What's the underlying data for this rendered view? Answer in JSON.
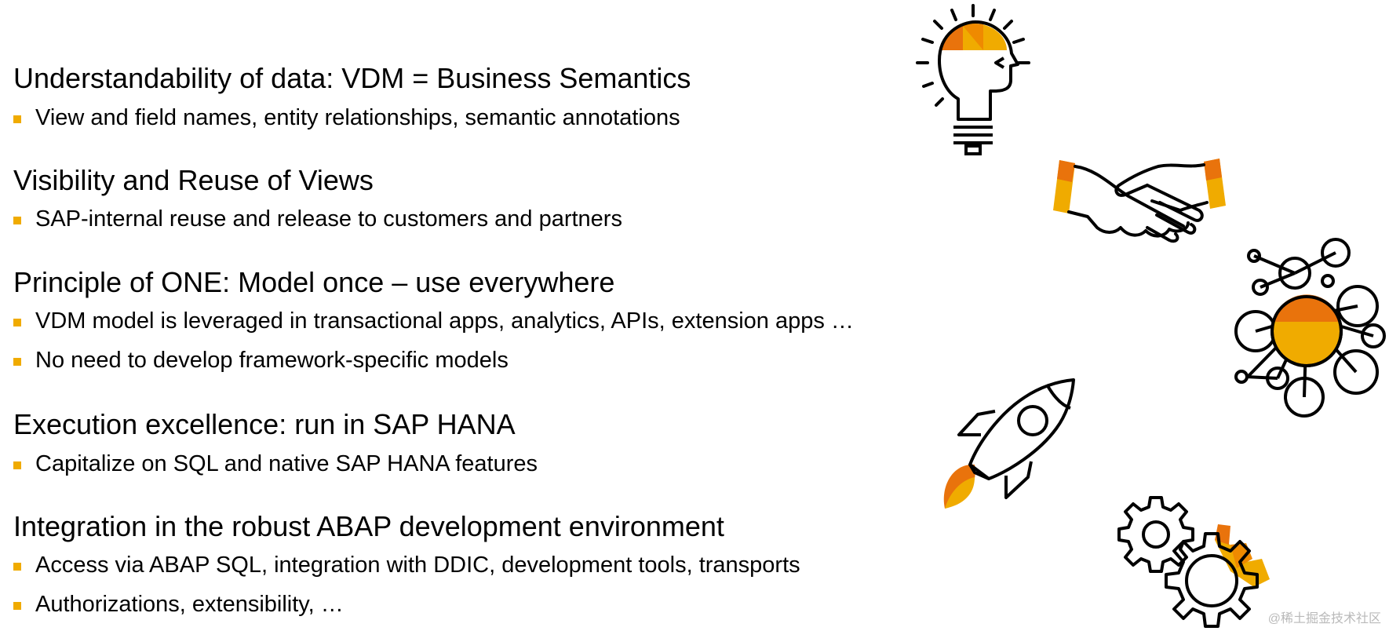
{
  "sections": [
    {
      "heading": "Understandability of data: VDM = Business Semantics",
      "bullets": [
        "View and field names, entity relationships, semantic annotations"
      ]
    },
    {
      "heading": "Visibility and Reuse of Views",
      "bullets": [
        "SAP-internal reuse and release to customers and partners"
      ]
    },
    {
      "heading": "Principle of ONE: Model once – use everywhere",
      "bullets": [
        "VDM model is leveraged in transactional apps, analytics, APIs, extension apps …",
        "No need to develop framework-specific models"
      ]
    },
    {
      "heading": "Execution excellence: run in SAP HANA",
      "bullets": [
        "Capitalize on SQL and native SAP HANA features"
      ]
    },
    {
      "heading": "Integration in the robust ABAP development environment",
      "bullets": [
        "Access via ABAP SQL, integration with DDIC, development tools, transports",
        "Authorizations, extensibility, …"
      ]
    }
  ],
  "icons": [
    "lightbulb-head-icon",
    "handshake-icon",
    "network-hub-icon",
    "rocket-icon",
    "gears-icon"
  ],
  "colors": {
    "bullet": "#f0ab00",
    "accent_orange": "#e9730c",
    "accent_yellow": "#f0ab00",
    "line": "#000000"
  },
  "watermark": "@稀土掘金技术社区"
}
